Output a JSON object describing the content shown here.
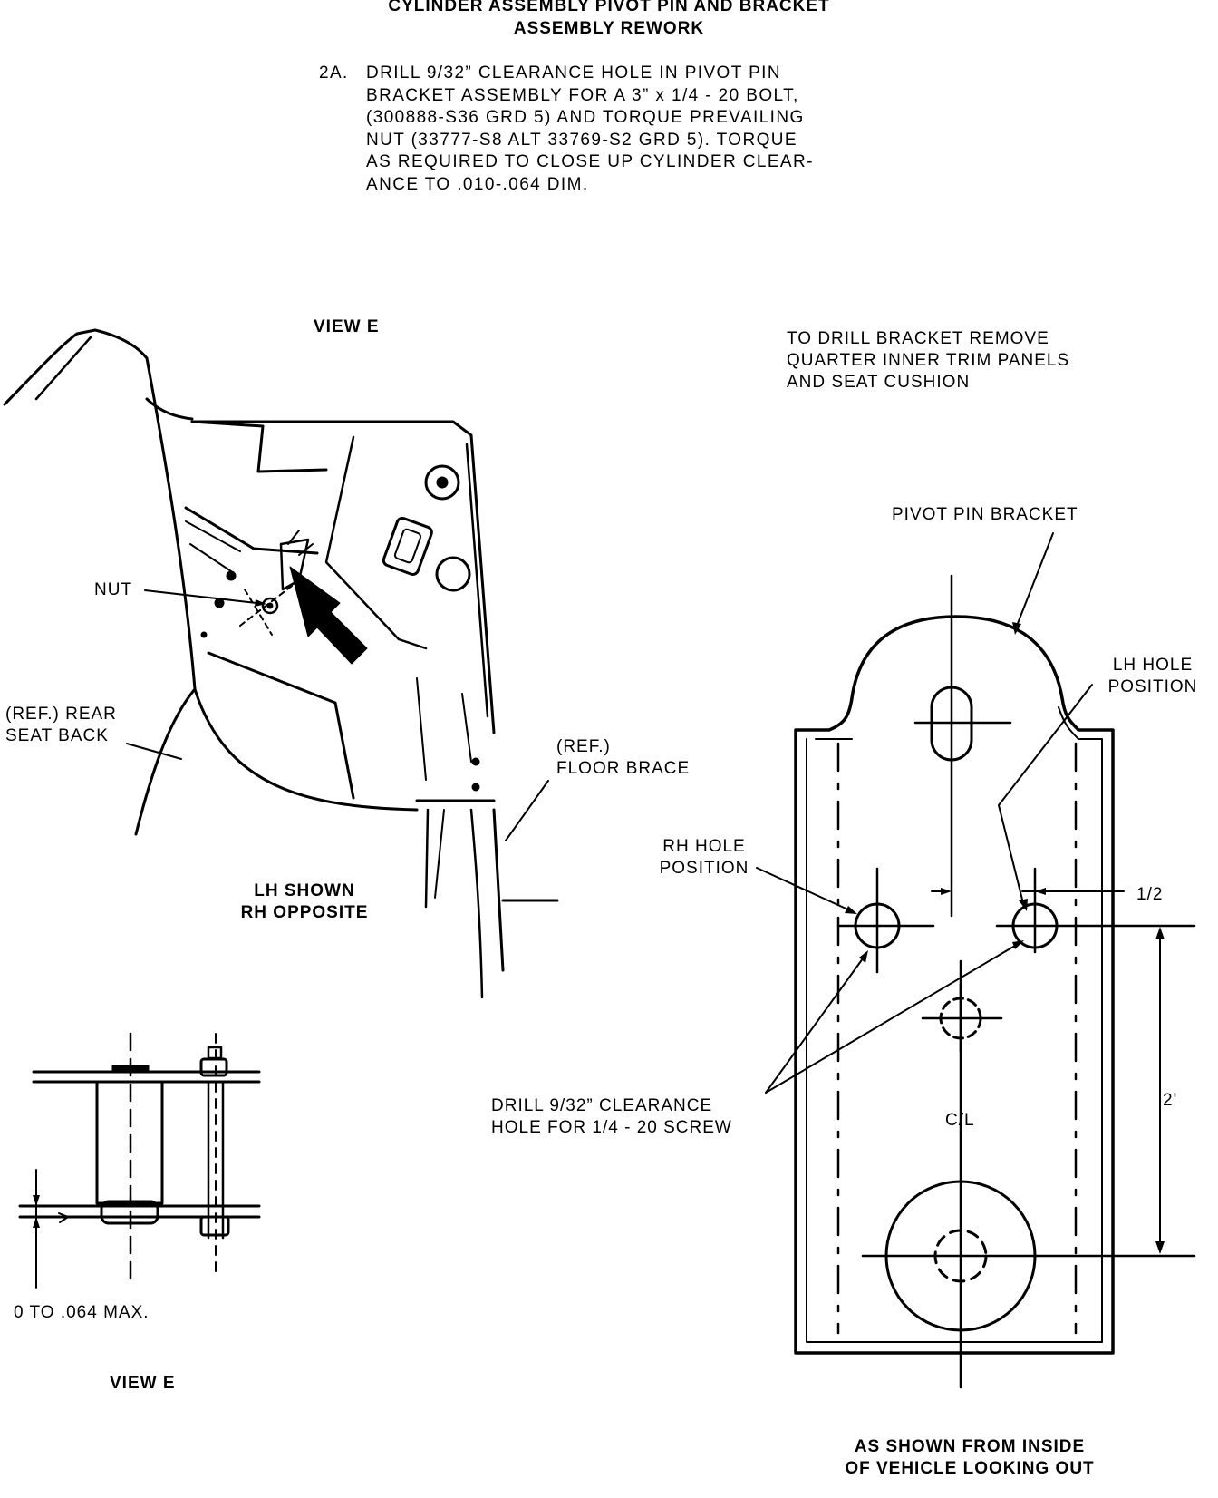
{
  "header": {
    "title_line1": "CYLINDER ASSEMBLY PIVOT PIN AND BRACKET",
    "title_line2": "ASSEMBLY REWORK"
  },
  "instruction": {
    "step": "2A.",
    "lines": [
      "DRILL 9/32” CLEARANCE HOLE IN PIVOT PIN",
      "BRACKET ASSEMBLY FOR A 3” x 1/4 - 20 BOLT,",
      "(300888-S36 GRD 5) AND TORQUE PREVAILING",
      "NUT (33777-S8 ALT 33769-S2 GRD 5). TORQUE",
      "AS REQUIRED TO CLOSE UP CYLINDER CLEAR-",
      "ANCE TO .010-.064 DIM."
    ]
  },
  "view_e_top": {
    "title": "VIEW E",
    "nut_label": "NUT",
    "rear_seat_back": [
      "(REF.) REAR",
      "SEAT BACK"
    ],
    "floor_brace": [
      "(REF.)",
      "FLOOR BRACE"
    ],
    "side_note": [
      "LH SHOWN",
      "RH OPPOSITE"
    ]
  },
  "view_e_bottom": {
    "title": "VIEW E",
    "gap_label": "0 TO .064 MAX."
  },
  "bracket": {
    "note": [
      "TO DRILL BRACKET REMOVE",
      "QUARTER INNER TRIM PANELS",
      "AND SEAT CUSHION"
    ],
    "title": "PIVOT PIN BRACKET",
    "lh_hole": [
      "LH HOLE",
      "POSITION"
    ],
    "rh_hole": [
      "RH HOLE",
      "POSITION"
    ],
    "half_dim": "1/2",
    "two_dim": "2'",
    "centerline": "C/L",
    "drill_note": [
      "DRILL 9/32” CLEARANCE",
      "HOLE FOR 1/4 - 20 SCREW"
    ],
    "caption": [
      "AS SHOWN FROM INSIDE",
      "OF VEHICLE LOOKING OUT"
    ]
  }
}
